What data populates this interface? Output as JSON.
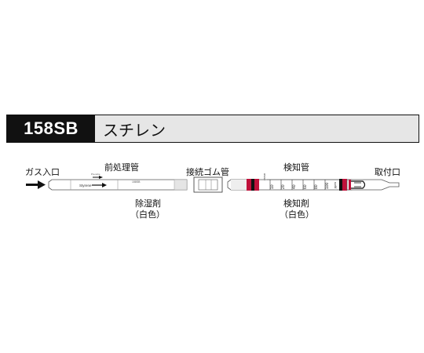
{
  "header": {
    "code": "158SB",
    "name": "スチレン"
  },
  "labels": {
    "gas_inlet": "ガス入口",
    "pretreatment_tube": "前処理管",
    "connector_rubber": "接続ゴム管",
    "detector_tube": "検知管",
    "outlet": "取付口",
    "desiccant": "除湿剤",
    "desiccant_color": "（白色）",
    "detecting_agent": "検知剤",
    "detecting_agent_color": "（白色）"
  },
  "tube_text": {
    "styrene": "Styrene",
    "pretube_mark": "Pre-tube",
    "model_mark": "158SB",
    "ppm_unit": "ppm"
  },
  "scale": {
    "ticks": [
      "10",
      "20",
      "40",
      "60",
      "80",
      "100"
    ]
  },
  "colors": {
    "band_red": "#c0103a",
    "header_dark": "#111111",
    "header_light": "#e6e6e6"
  }
}
